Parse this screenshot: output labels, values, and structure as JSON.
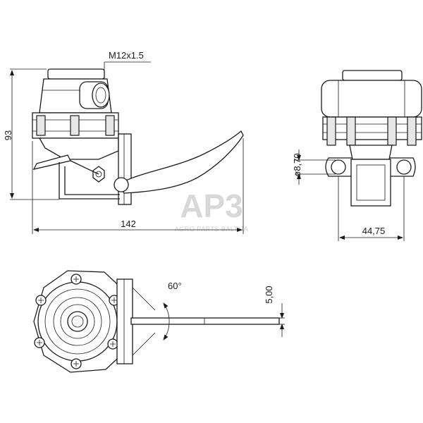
{
  "dimensions": {
    "thread": "M12x1.5",
    "height": "93",
    "length": "142",
    "hole_diameter": "ø8,70",
    "flange_width": "44,75",
    "lever_angle": "60°",
    "lever_thickness": "5,00"
  },
  "watermark": {
    "logo": "AP3",
    "tagline": "AGRO PARTS BALTIJA"
  }
}
